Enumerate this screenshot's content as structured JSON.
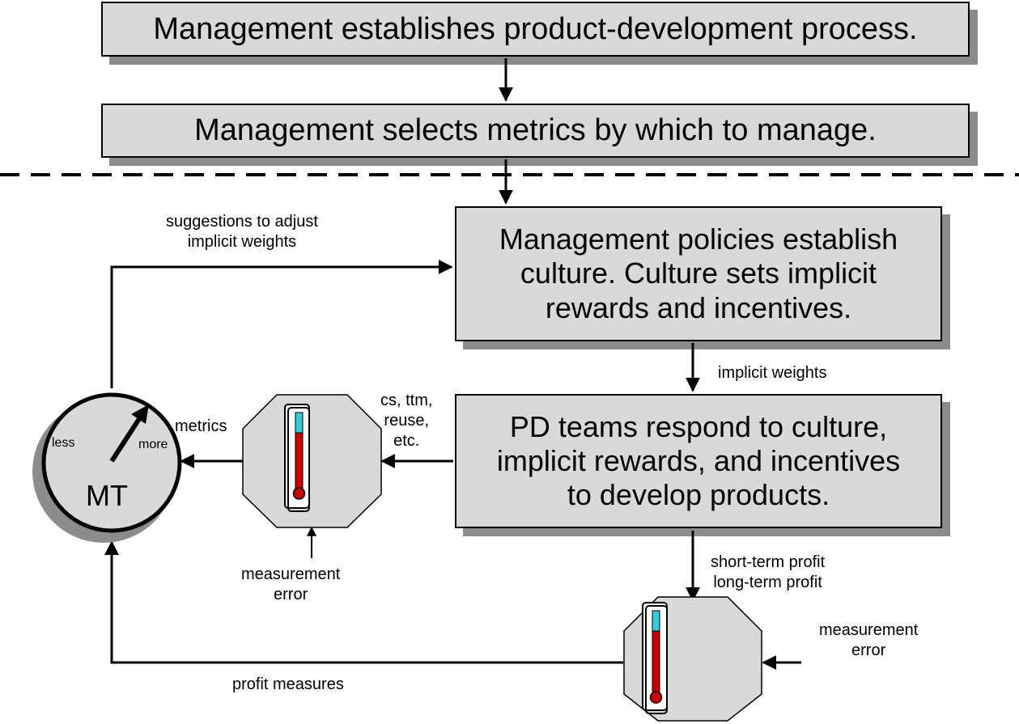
{
  "boxes": {
    "process": "Management establishes product-development process.",
    "metrics_select": "Management selects metrics by which to manage.",
    "culture": [
      "Management policies establish",
      "culture.  Culture sets implicit",
      "rewards and incentives."
    ],
    "teams": [
      "PD teams respond to culture,",
      "implicit rewards, and incentives",
      "to develop products."
    ]
  },
  "labels": {
    "suggestions": [
      "suggestions to adjust",
      "implicit weights"
    ],
    "implicit_weights": "implicit weights",
    "metric_list": [
      "cs, ttm,",
      "reuse,",
      "etc."
    ],
    "metrics": "metrics",
    "measurement_error_1": [
      "measurement",
      "error"
    ],
    "profit": [
      "short-term profit",
      "long-term profit"
    ],
    "measurement_error_2": [
      "measurement",
      "error"
    ],
    "profit_measures": "profit measures"
  },
  "gauge": {
    "name": "MT",
    "less": "less",
    "more": "more"
  },
  "icons": {
    "meter": "meter-gauge-icon",
    "thermometer": "thermometer-icon"
  },
  "colors": {
    "box_fill": "#d9d9d9",
    "box_shadow": "#8c8c8c",
    "octagon_fill": "#d9d9d9",
    "thermo_mercury": "#cc0000",
    "thermo_top": "#33ccdd"
  }
}
